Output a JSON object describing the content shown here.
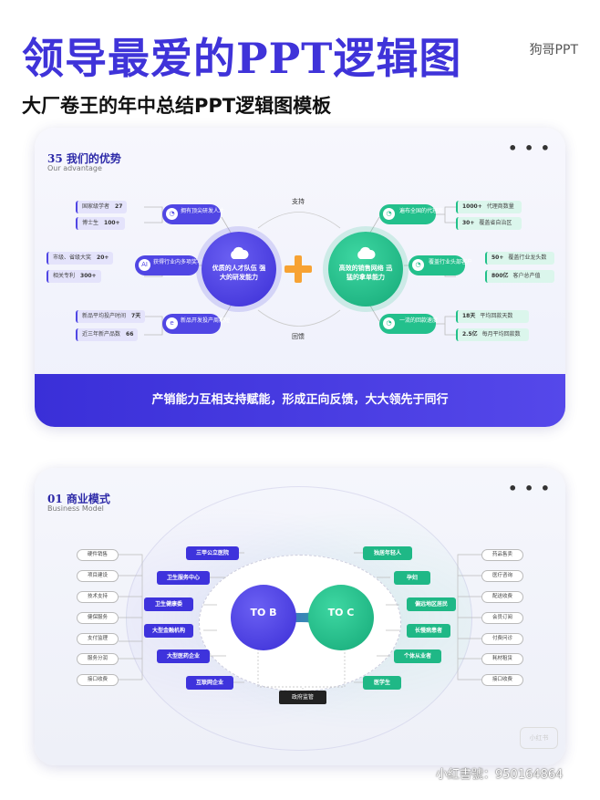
{
  "header": {
    "title": "领导最爱的PPT逻辑图",
    "brand": "狗哥PPT",
    "subtitle": "大厂卷王的年中总结PPT逻辑图模板"
  },
  "card1": {
    "title": "35 我们的优势",
    "subtitle": "Our advantage",
    "menu_icon": "more-dots-icon",
    "left_center": "优质的人才队伍 强大的研发能力",
    "right_center": "高效的销售网络 迅猛的拿单能力",
    "top_label": "支持",
    "bottom_label": "回馈",
    "left_tags": [
      "拥有顶尖研发人才",
      "获得行业内多项奖项",
      "新品开发投产周期短"
    ],
    "right_tags": [
      "遍布全国的代理商",
      "覆盖行业头部客户",
      "一流的回款速度"
    ],
    "left_pills": [
      {
        "label": "国家级学者",
        "value": "27"
      },
      {
        "label": "博士生",
        "value": "100+"
      },
      {
        "label": "市级、省级大奖",
        "value": "20+"
      },
      {
        "label": "相关专利",
        "value": "300+"
      },
      {
        "label": "新品平均投产时间",
        "value": "7天"
      },
      {
        "label": "近三年新产品数",
        "value": "66"
      }
    ],
    "right_pills": [
      {
        "value": "1000+",
        "label": "代理商数量"
      },
      {
        "value": "30+",
        "label": "覆盖省自治区"
      },
      {
        "value": "50+",
        "label": "覆盖行业龙头数"
      },
      {
        "value": "800亿",
        "label": "客户总产值"
      },
      {
        "value": "18天",
        "label": "平均回款天数"
      },
      {
        "value": "2.5亿",
        "label": "每月平均回款数"
      }
    ],
    "band_text": "产销能力互相支持赋能，形成正向反馈，大大领先于同行"
  },
  "card2": {
    "title": "01 商业模式",
    "subtitle": "Business Model",
    "menu_icon": "more-dots-icon",
    "hub_left": "TO B",
    "hub_right": "TO C",
    "gov": "政府监管",
    "left_boxes": [
      "三甲公立医院",
      "卫生服务中心",
      "卫生健康委",
      "大型金融机构",
      "大型医药企业",
      "互联网企业"
    ],
    "right_boxes": [
      "独居年轻人",
      "孕妇",
      "偏远地区居民",
      "长慢病患者",
      "个体从业者",
      "医学生"
    ],
    "left_items": [
      "硬件销售",
      "项目建设",
      "技术支持",
      "健保服务",
      "支付监理",
      "服务分润",
      "接口收费"
    ],
    "right_items": [
      "药品售卖",
      "医疗咨询",
      "配送收费",
      "会员订阅",
      "付费问诊",
      "耗材租赁",
      "接口收费"
    ]
  },
  "watermark": {
    "logo": "小红书",
    "text": "小紅書號：950164864"
  },
  "colors": {
    "accent": "#3f33d9",
    "green": "#22c08a",
    "orange": "#f7a233"
  }
}
